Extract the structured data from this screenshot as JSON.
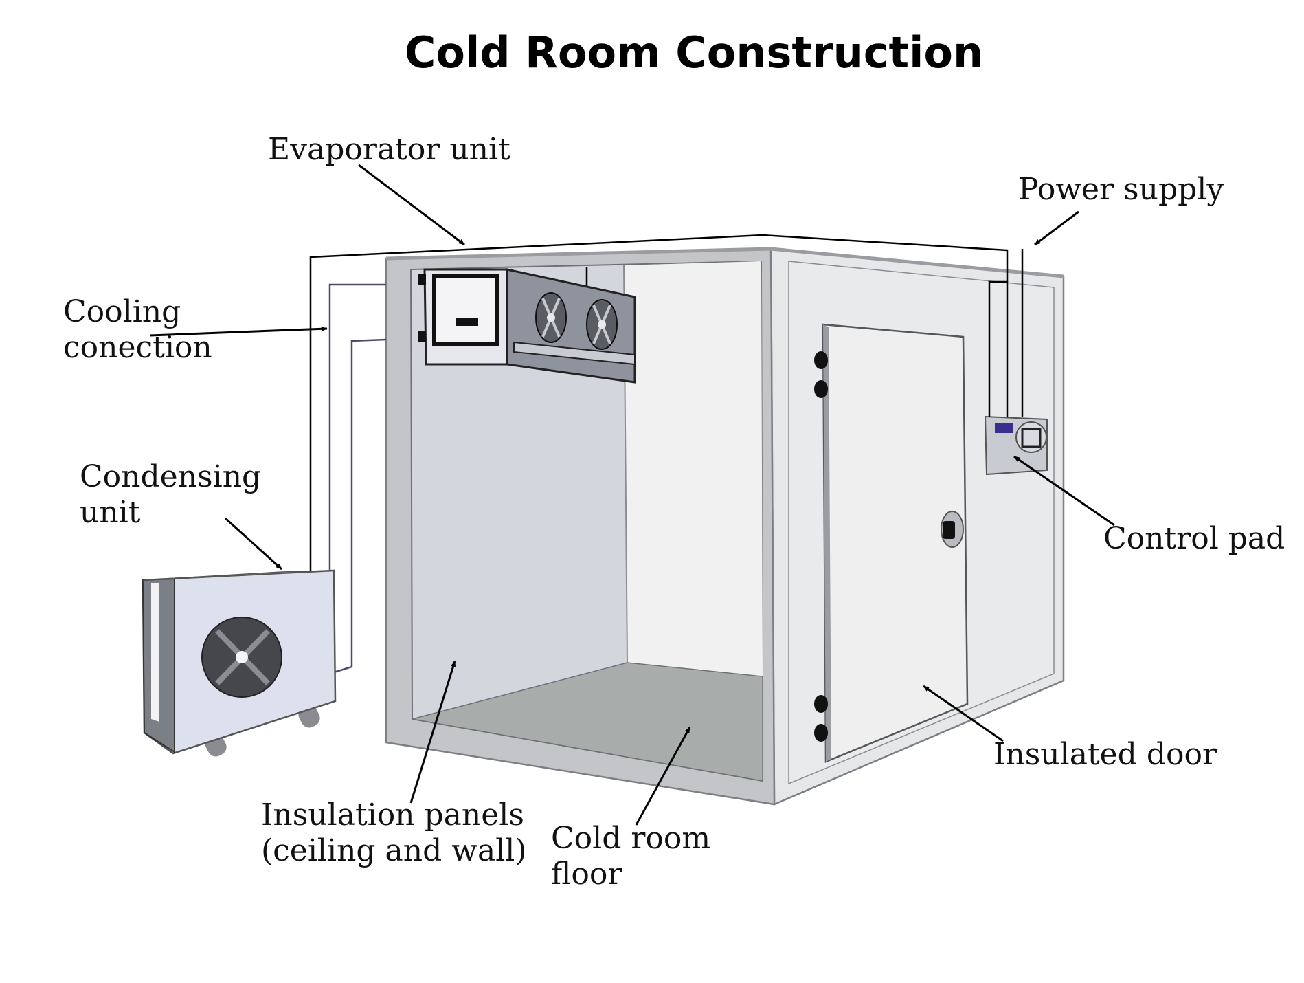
{
  "title": "Cold Room Construction",
  "labels": {
    "evaporator": "Evaporator unit",
    "power_supply": "Power supply",
    "cooling_1": "Cooling",
    "cooling_2": "conection",
    "condensing_1": "Condensing",
    "condensing_2": "unit",
    "control_pad": "Control pad",
    "insulation_1": "Insulation panels",
    "insulation_2": "(ceiling and wall)",
    "floor_1": "Cold room",
    "floor_2": "floor",
    "door": "Insulated door"
  },
  "colors": {
    "frame": "#c4c5c9",
    "panel_inner": "#d3d6dd",
    "back_wall": "#f1f1f2",
    "floor": "#a8adac",
    "side_wall": "#e6e7e9",
    "door": "#efeff0",
    "evaporator_body": "#8f939e",
    "condenser_body": "#dde1ee",
    "fan": "#46464d",
    "display": "#3b2f8e"
  }
}
